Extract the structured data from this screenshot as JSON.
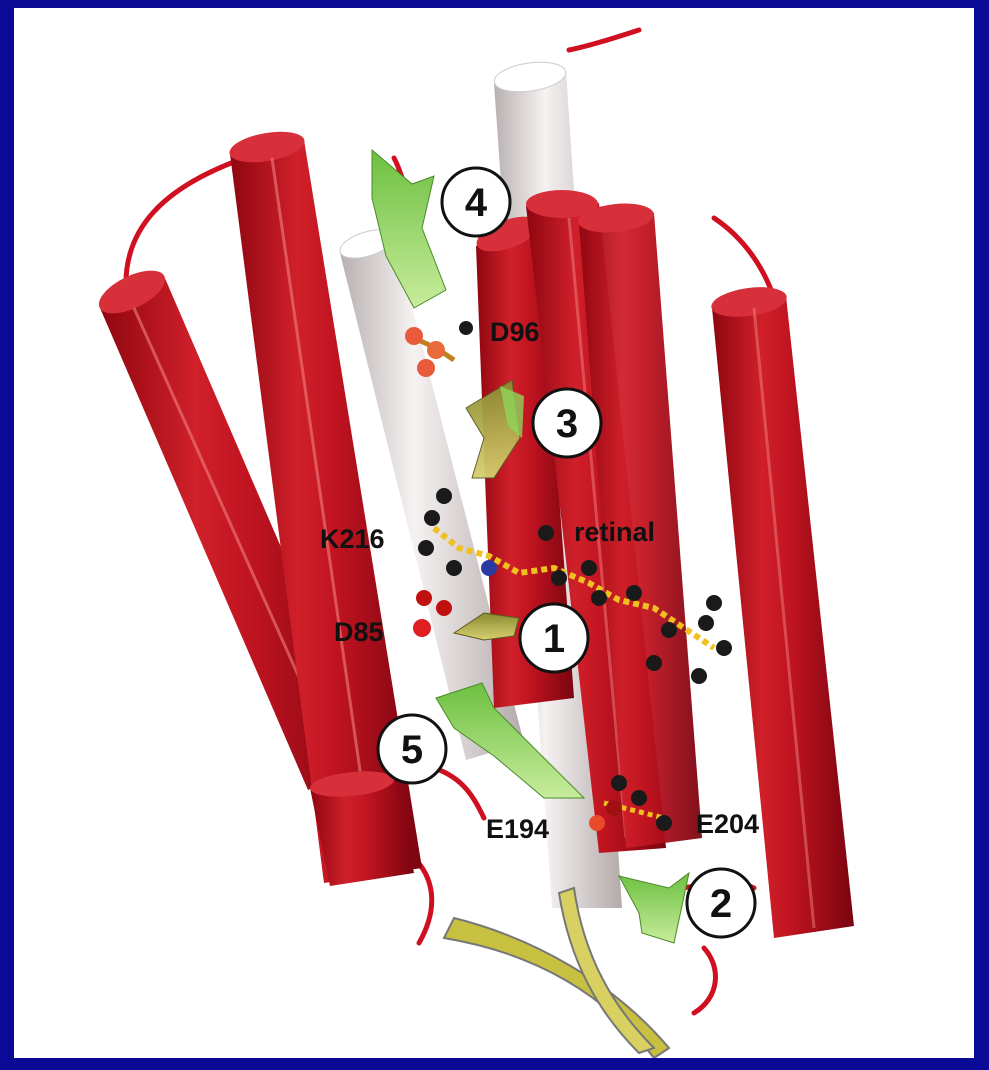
{
  "residues": {
    "d96": "D96",
    "k216": "K216",
    "retinal": "retinal",
    "d85": "D85",
    "e194": "E194",
    "e204": "E204"
  },
  "steps": {
    "step1": "1",
    "step2": "2",
    "step3": "3",
    "step4": "4",
    "step5": "5"
  },
  "colors": {
    "frame": "#0a0a96",
    "helix_red": "#c0101c",
    "helix_white": "#e8e0e0",
    "arrow_green": "#8fd45a",
    "loop_red": "#d01020"
  }
}
